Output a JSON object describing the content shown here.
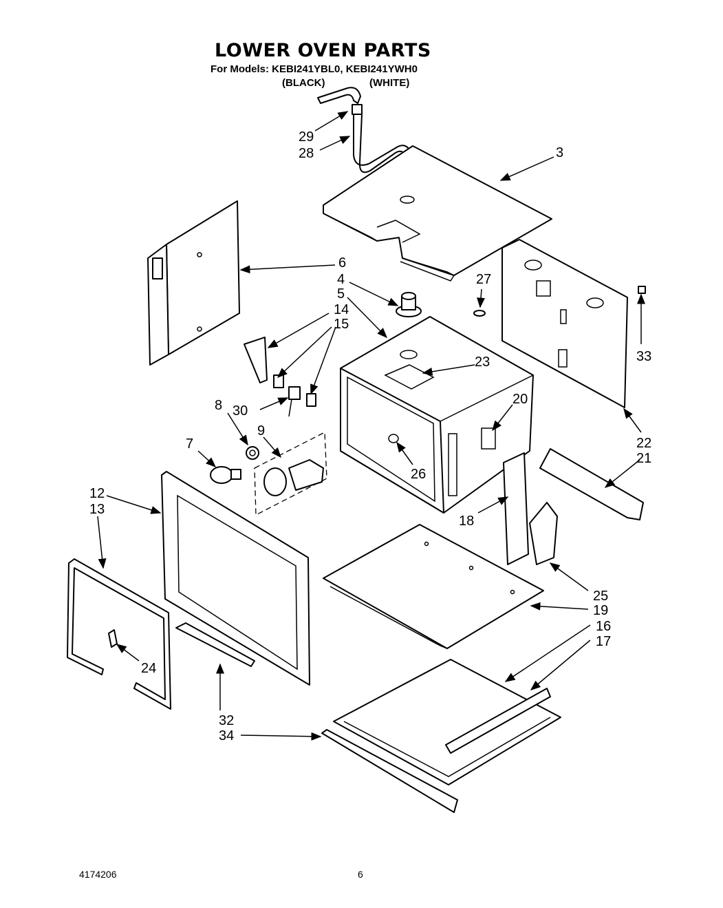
{
  "header": {
    "title": "LOWER OVEN PARTS",
    "models_line": "For Models: KEBI241YBL0, KEBI241YWH0",
    "variant_black": "(BLACK)",
    "variant_white": "(WHITE)"
  },
  "callouts": {
    "c3": "3",
    "c4": "4",
    "c5": "5",
    "c6": "6",
    "c7": "7",
    "c8": "8",
    "c9": "9",
    "c12": "12",
    "c13": "13",
    "c14": "14",
    "c15": "15",
    "c16": "16",
    "c17": "17",
    "c18": "18",
    "c19": "19",
    "c20": "20",
    "c21": "21",
    "c22": "22",
    "c23": "23",
    "c24": "24",
    "c25": "25",
    "c26": "26",
    "c27": "27",
    "c28": "28",
    "c29": "29",
    "c30": "30",
    "c32": "32",
    "c33": "33",
    "c34": "34"
  },
  "footer": {
    "doc_number": "4174206",
    "page_number": "6"
  }
}
